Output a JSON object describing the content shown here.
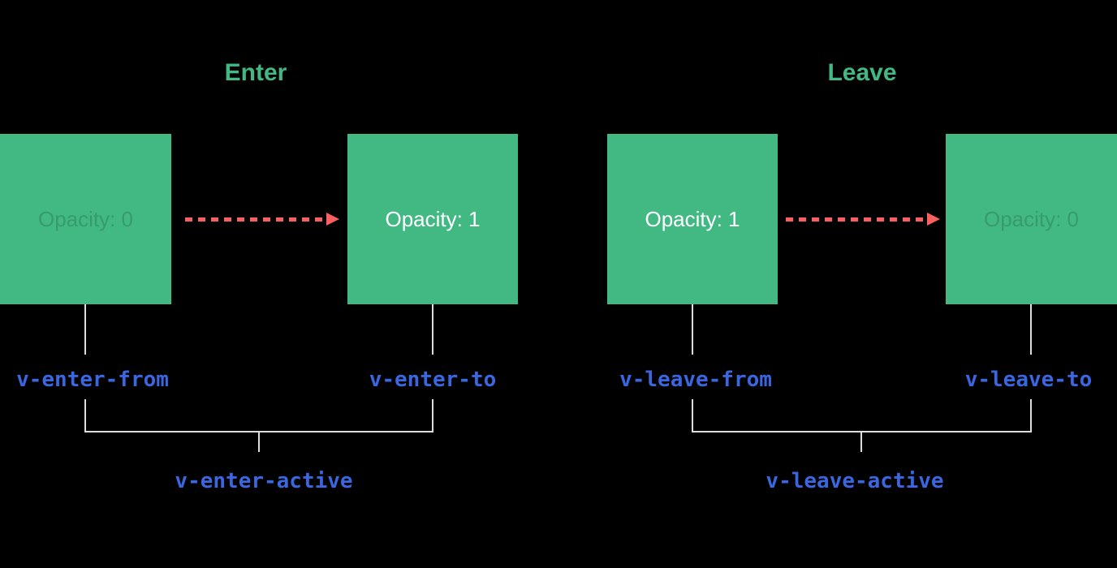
{
  "titles": {
    "enter": "Enter",
    "leave": "Leave"
  },
  "boxes": {
    "enter_from": "Opacity: 0",
    "enter_to": "Opacity: 1",
    "leave_from": "Opacity: 1",
    "leave_to": "Opacity: 0"
  },
  "labels": {
    "enter_from": "v-enter-from",
    "enter_to": "v-enter-to",
    "enter_active": "v-enter-active",
    "leave_from": "v-leave-from",
    "leave_to": "v-leave-to",
    "leave_active": "v-leave-active"
  },
  "colors": {
    "bg": "#000000",
    "box_green": "#42b883",
    "title_green": "#42b883",
    "label_blue": "#3a66e0",
    "arrow_red": "#fb6060",
    "line_gray": "#dddddd",
    "box_text_visible": "#ffffff",
    "box_text_faded": "#379b6e"
  }
}
